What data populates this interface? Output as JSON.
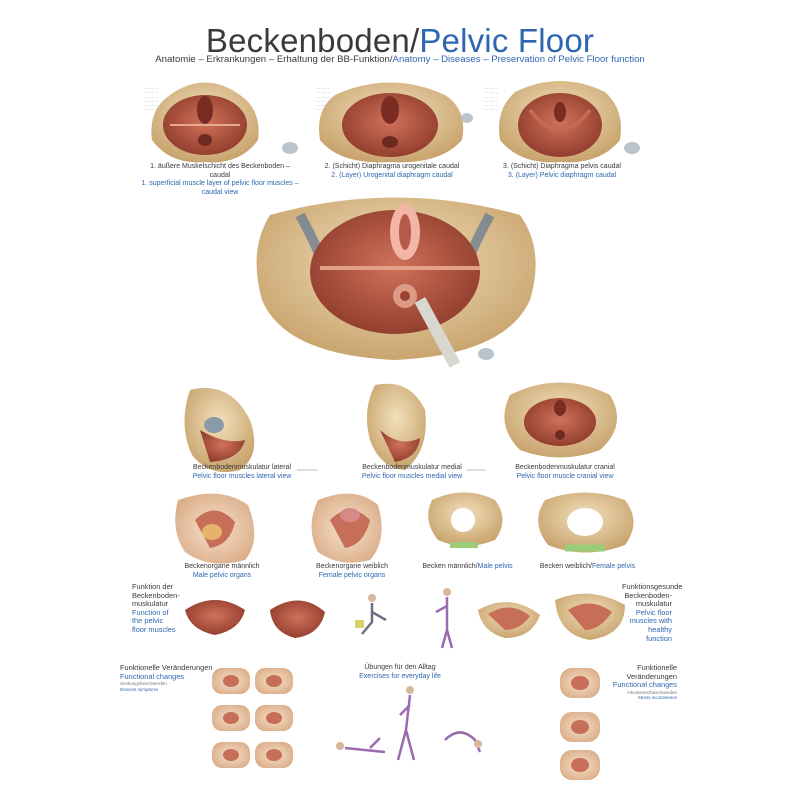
{
  "header": {
    "title_de": "Beckenboden/",
    "title_en": "Pelvic Floor",
    "subtitle_de": "Anatomie – Erkrankungen – Erhaltung der BB-Funktion/",
    "subtitle_en": "Anatomy – Diseases – Preservation of Pelvic Floor function"
  },
  "top_views": [
    {
      "de": "1. äußere Muskelschicht des Beckenboden – caudal",
      "en": "1. superficial muscle layer of pelvic floor muscles – caudal view"
    },
    {
      "de": "2. (Schicht) Diaphragma urogenitale caudal",
      "en": "2. (Layer) Urogenital diaphragm caudal"
    },
    {
      "de": "3. (Schicht) Diaphragma pelvis caudal",
      "en": "3. (Layer) Pelvic diaphragm caudal"
    }
  ],
  "side_views": [
    {
      "de": "Beckenbodenmuskulatur lateral",
      "en": "Pelvic floor muscles lateral view"
    },
    {
      "de": "Beckenbodenmuskulatur medial",
      "en": "Pelvic floor muscles medial view"
    },
    {
      "de": "Beckenbodenmuskulatur cranial",
      "en": "Pelvic floor muscle cranial view"
    }
  ],
  "organ_views": [
    {
      "de": "Beckenorgane männlich",
      "en": "Male pelvic organs"
    },
    {
      "de": "Beckenorgane weiblich",
      "en": "Female pelvic organs"
    },
    {
      "de": "Becken männlich/",
      "en": "Male pelvis"
    },
    {
      "de": "Becken weiblich/",
      "en": "Female pelvis"
    }
  ],
  "function_section": {
    "left_title_de": "Funktion der Beckenboden-muskulatur",
    "left_title_en": "Function of the pelvic floor muscles",
    "right_title_de": "Funktionsgesunde Beckenboden-muskulatur",
    "right_title_en": "Pelvic floor muscles with healthy function"
  },
  "changes_section": {
    "left_title_de": "Funktionelle Veränderungen",
    "left_title_en": "Functional changes",
    "left_note_de": "Senkungsbeschwerden",
    "left_note_en": "Descent symptoms",
    "right_title_de": "Funktionelle Veränderungen",
    "right_title_en": "Functional changes",
    "right_note_de": "Inkontinenzbeschwerden",
    "right_note_en": "Stress incontinence"
  },
  "exercise_section": {
    "title_de": "Übungen für den Alltag",
    "title_en": "Exercises for everyday life"
  },
  "colors": {
    "muscle": "#b4553f",
    "muscle_dark": "#8e3a2b",
    "bone": "#e7cfa4",
    "bone_shade": "#cfae7a",
    "skin": "#f1d3b8",
    "blue": "#2e66b0",
    "ligament": "#d8d8d0"
  }
}
